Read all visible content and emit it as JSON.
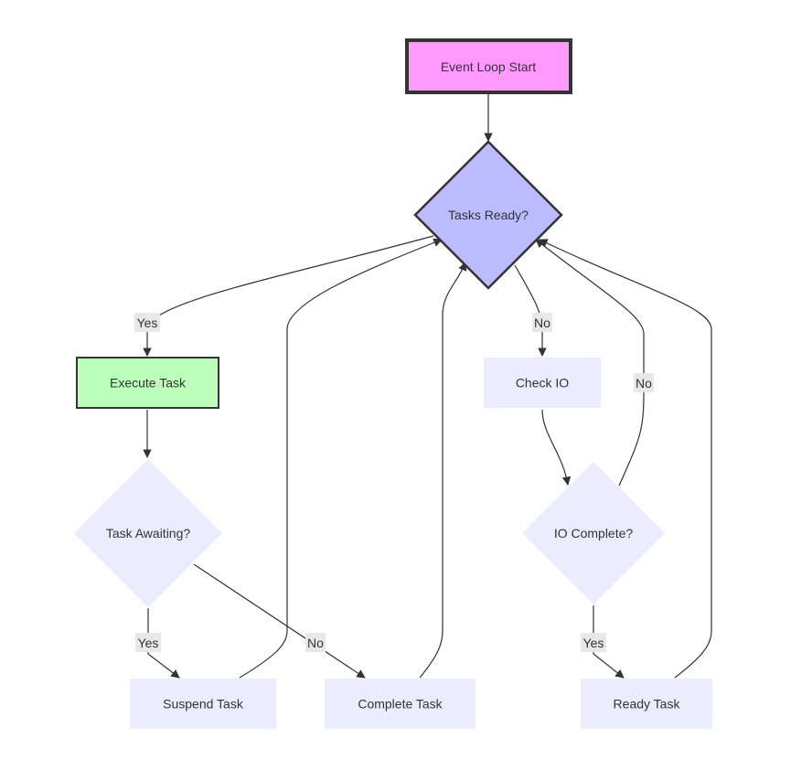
{
  "colors": {
    "default_fill": "#ececff",
    "start_fill": "#ff99ff",
    "decision_fill": "#bbbbff",
    "execute_fill": "#bbffbb",
    "border": "#333333",
    "label_bg": "#e8e8e8"
  },
  "nodes": {
    "event_loop_start": "Event Loop Start",
    "tasks_ready": "Tasks Ready?",
    "execute_task": "Execute Task",
    "check_io": "Check IO",
    "task_awaiting": "Task Awaiting?",
    "io_complete": "IO Complete?",
    "suspend_task": "Suspend Task",
    "complete_task": "Complete Task",
    "ready_task": "Ready Task"
  },
  "edge_labels": {
    "tasks_ready_yes": "Yes",
    "tasks_ready_no": "No",
    "io_complete_no": "No",
    "task_awaiting_yes": "Yes",
    "task_awaiting_no": "No",
    "io_complete_yes": "Yes"
  }
}
